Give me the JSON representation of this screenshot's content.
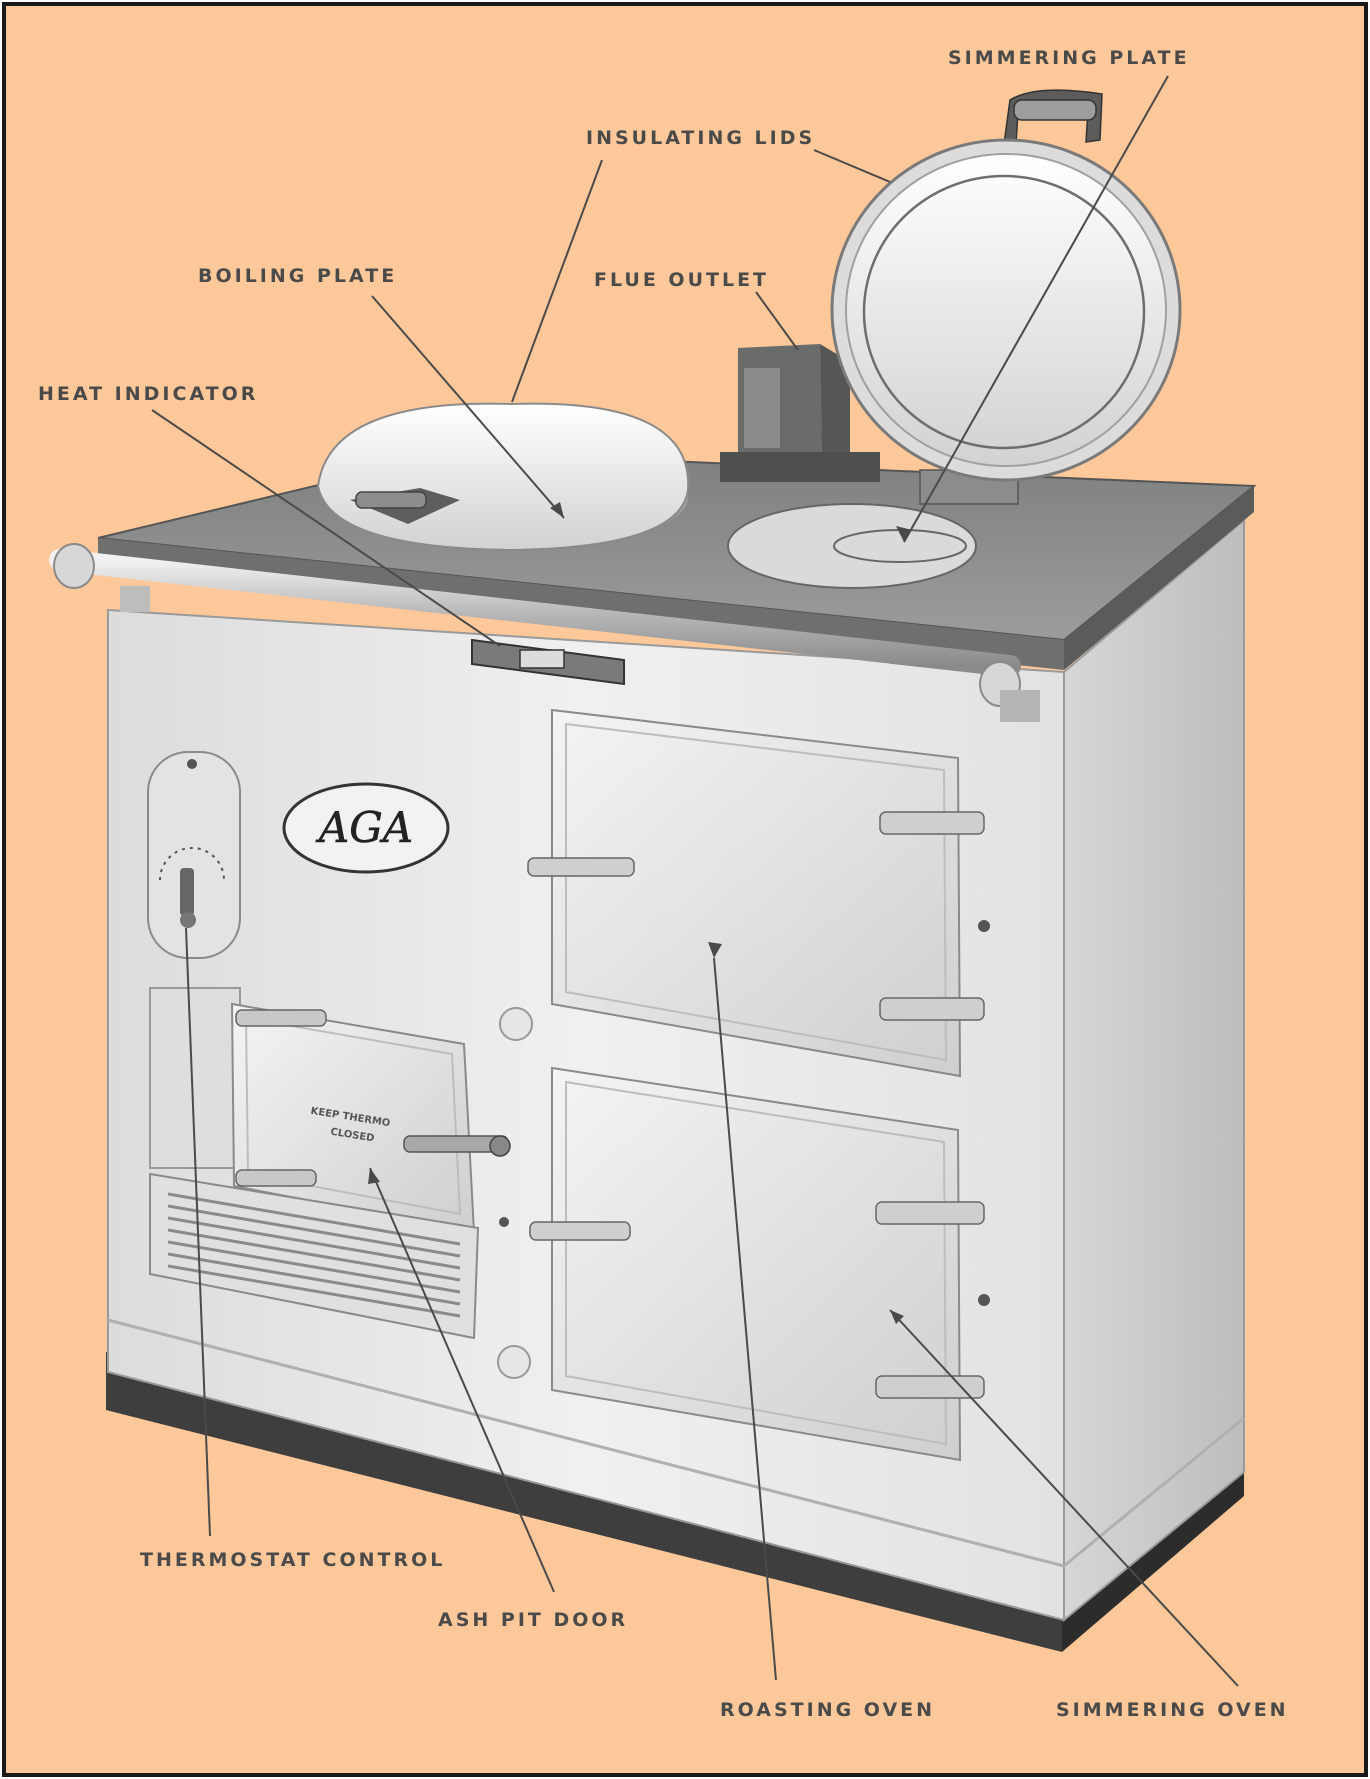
{
  "colors": {
    "background": "#FFC89A",
    "border": "#1a1a1a",
    "label": "#4a4a4a",
    "enamel": "#ececec",
    "hotplate": "#c9ccca",
    "plinth": "#3e3e3e"
  },
  "brand": {
    "logo_text": "AGA"
  },
  "door_plate": {
    "line1": "KEEP THERMO",
    "line2": "CLOSED"
  },
  "labels": {
    "simmering_plate": "SIMMERING PLATE",
    "insulating_lids": "INSULATING LIDS",
    "boiling_plate": "BOILING PLATE",
    "flue_outlet": "FLUE OUTLET",
    "heat_indicator": "HEAT INDICATOR",
    "thermostat_control": "THERMOSTAT CONTROL",
    "ash_pit_door": "ASH PIT DOOR",
    "roasting_oven": "ROASTING OVEN",
    "simmering_oven": "SIMMERING OVEN"
  }
}
